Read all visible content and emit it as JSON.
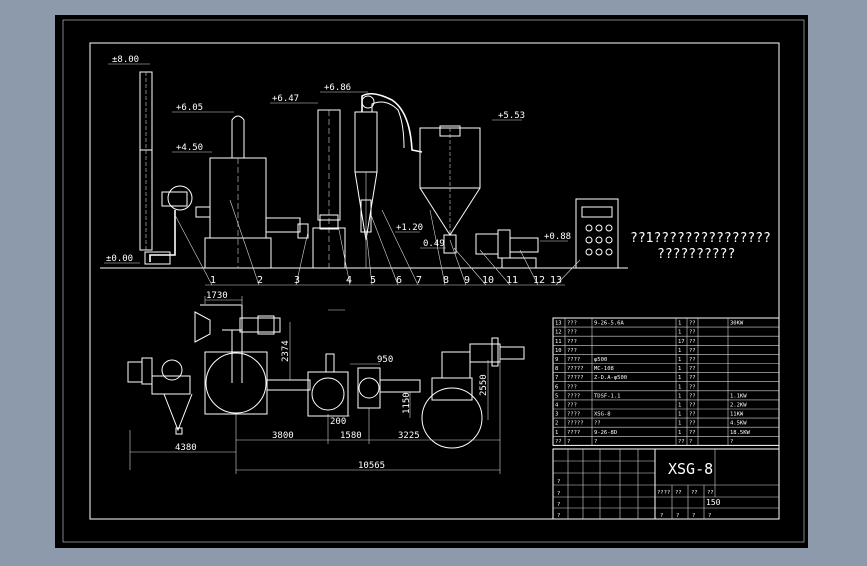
{
  "elevations": {
    "e800": "±8.00",
    "e605": "+6.05",
    "e647": "+6.47",
    "e686": "+6.86",
    "e450": "+4.50",
    "e553": "+5.53",
    "e120": "+1.20",
    "e049": "0.49",
    "e088": "+0.88",
    "e000": "±0.00"
  },
  "part_numbers_top": [
    "1",
    "2",
    "3",
    "4",
    "5",
    "6",
    "7",
    "8",
    "9",
    "10",
    "11",
    "12",
    "13"
  ],
  "dimensions": {
    "d1730": "1730",
    "d2374": "2374",
    "d950": "950",
    "d200": "200",
    "d1150": "1150",
    "d2550": "2550",
    "d4380": "4380",
    "d3800": "3800",
    "d1580": "1580",
    "d3225": "3225",
    "d10565": "10565"
  },
  "side_note": {
    "line1": "??1???????????????",
    "line2": "??????????"
  },
  "parts_table": {
    "rows": [
      {
        "no": "13",
        "name": "???",
        "spec": "9-26-5.6A",
        "qty": "1",
        "mat": "??",
        "note": "30KW"
      },
      {
        "no": "12",
        "name": "???",
        "spec": "",
        "qty": "1",
        "mat": "??",
        "note": ""
      },
      {
        "no": "11",
        "name": "???",
        "spec": "",
        "qty": "17",
        "mat": "??",
        "note": ""
      },
      {
        "no": "10",
        "name": "???",
        "spec": "",
        "qty": "1",
        "mat": "??",
        "note": ""
      },
      {
        "no": "9",
        "name": "????",
        "spec": "φ500",
        "qty": "1",
        "mat": "??",
        "note": ""
      },
      {
        "no": "8",
        "name": "?????",
        "spec": "MC-108",
        "qty": "1",
        "mat": "??",
        "note": ""
      },
      {
        "no": "7",
        "name": "?????",
        "spec": "Z-D.A-φ500",
        "qty": "1",
        "mat": "??",
        "note": ""
      },
      {
        "no": "6",
        "name": "???",
        "spec": "",
        "qty": "1",
        "mat": "??",
        "note": ""
      },
      {
        "no": "5",
        "name": "????",
        "spec": "TDSF-1.1",
        "qty": "1",
        "mat": "??",
        "note": "1.1KW"
      },
      {
        "no": "4",
        "name": "???",
        "spec": "",
        "qty": "1",
        "mat": "??",
        "note": "2.2KW"
      },
      {
        "no": "3",
        "name": "????",
        "spec": "XSG-8",
        "qty": "1",
        "mat": "??",
        "note": "11KW"
      },
      {
        "no": "2",
        "name": "?????",
        "spec": "??",
        "qty": "1",
        "mat": "??",
        "note": "4.5KW"
      },
      {
        "no": "1",
        "name": "????",
        "spec": "9-26-8D",
        "qty": "1",
        "mat": "??",
        "note": "18.5KW"
      }
    ],
    "header": {
      "no": "??",
      "name": "?",
      "spec": "?",
      "qty": "??",
      "mat": "?",
      "note": "?"
    }
  },
  "title_block": {
    "title": "XSG-8",
    "scale": "150",
    "cells": [
      "?",
      "?",
      "?",
      "?",
      "????",
      "??",
      "??",
      "??",
      "?",
      "?",
      "?",
      "?"
    ]
  }
}
